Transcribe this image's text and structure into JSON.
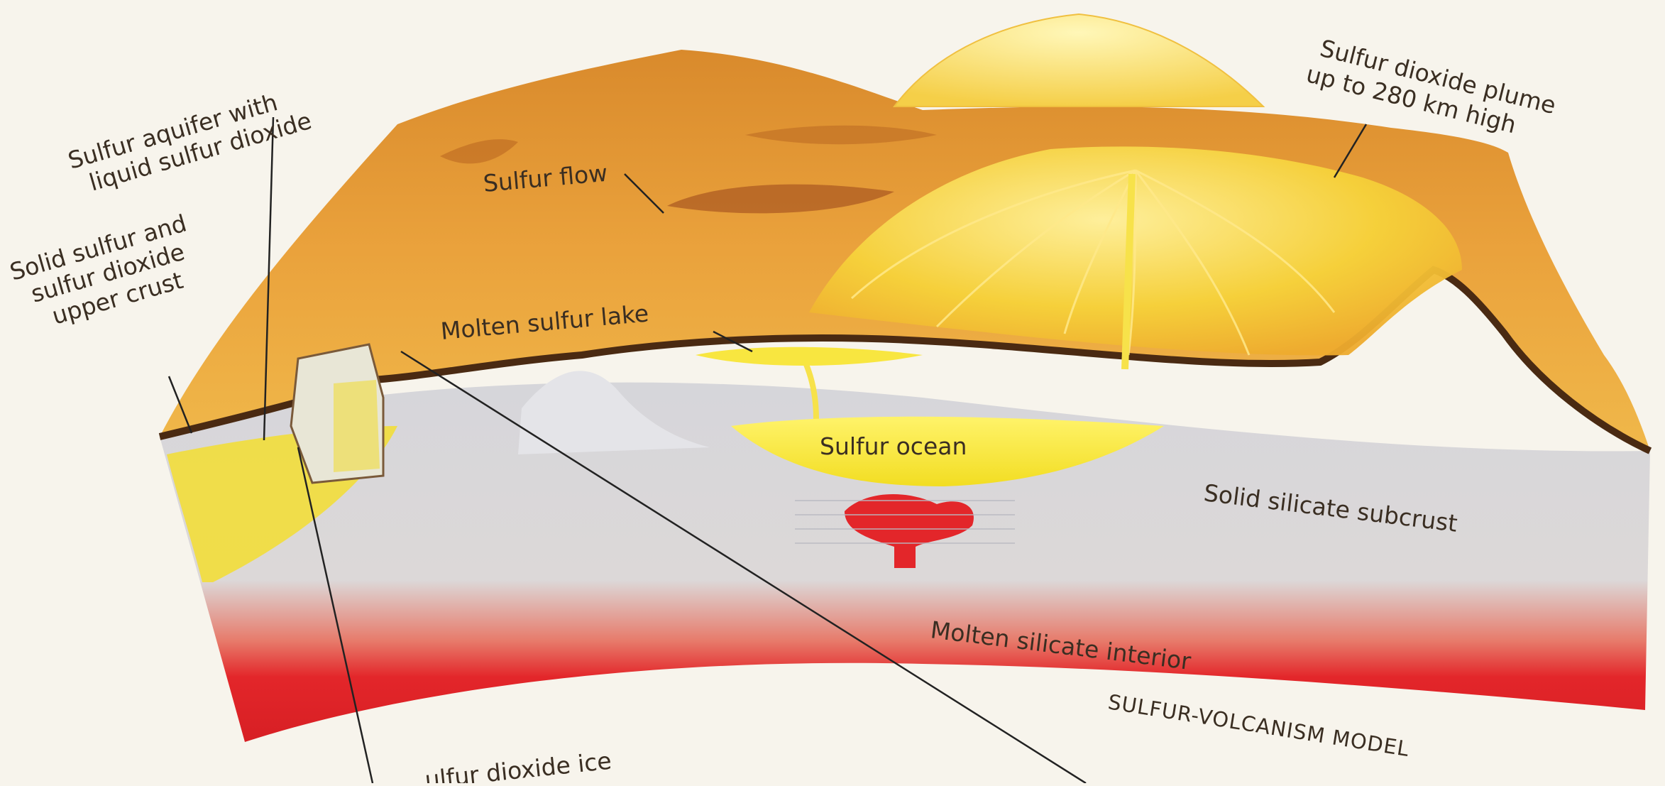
{
  "labels": {
    "aquifer": [
      "Sulfur aquifer with",
      "liquid sulfur dioxide"
    ],
    "solid_crust": [
      "Solid sulfur and",
      "sulfur dioxide",
      "upper crust"
    ],
    "sulfur_flow": "Sulfur flow",
    "plume": [
      "Sulfur dioxide plume",
      "up to 280 km high"
    ],
    "molten_lake": "Molten sulfur lake",
    "sulfur_ocean": "Sulfur ocean",
    "subcrust": "Solid silicate subcrust",
    "interior": "Molten silicate interior",
    "model_title": "SULFUR-VOLCANISM MODEL",
    "ice_partial": "ulfur dioxide ice"
  },
  "colors": {
    "background": "#f7f4ec",
    "surface_orange": "#e9a13a",
    "surface_dark": "#c9782a",
    "plume_yellow": "#f6d23a",
    "ocean_yellow": "#f4e436",
    "subcrust_gray": "#d8d8dc",
    "interior_red": "#e3262a",
    "leader_line": "#222222",
    "label_text": "#3a2e22"
  }
}
